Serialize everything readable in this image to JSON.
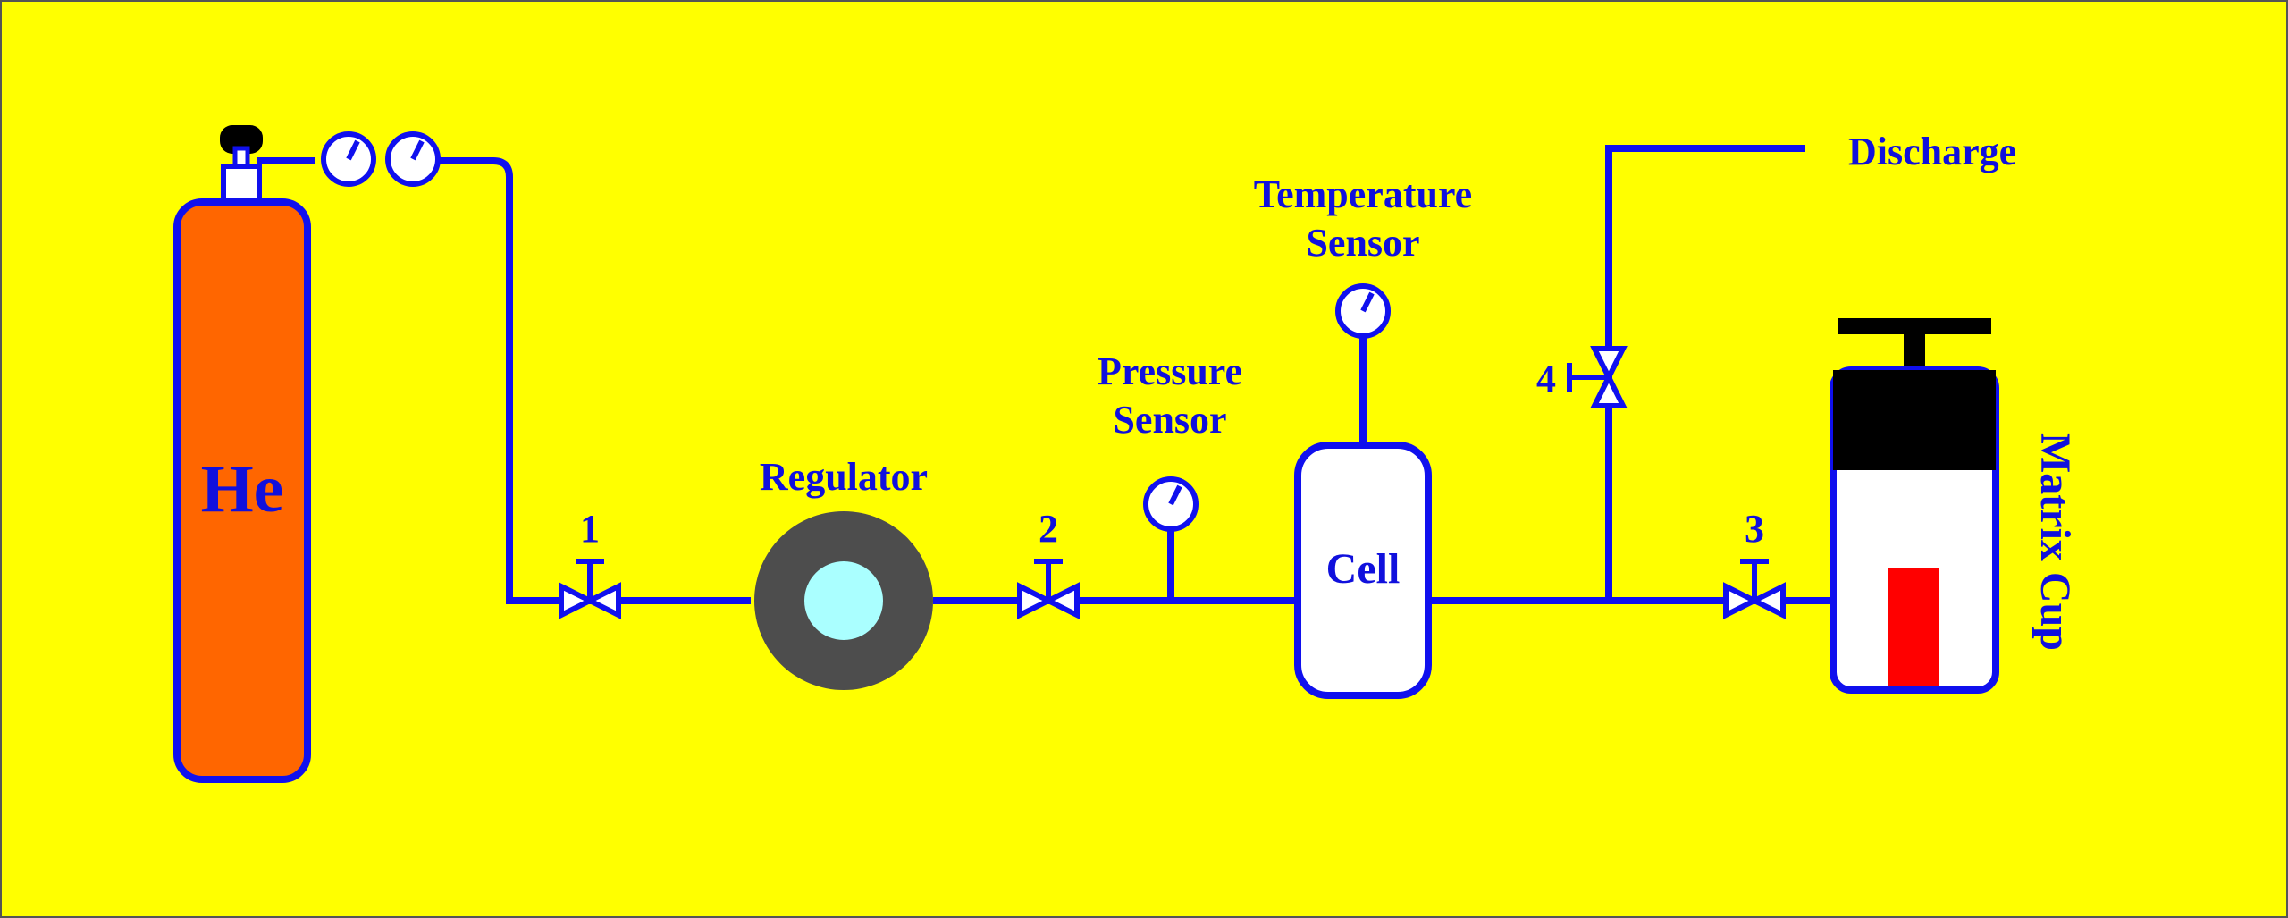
{
  "labels": {
    "cylinder": "He",
    "regulator": "Regulator",
    "pressure_sensor_line1": "Pressure",
    "pressure_sensor_line2": "Sensor",
    "temperature_sensor_line1": "Temperature",
    "temperature_sensor_line2": "Sensor",
    "cell": "Cell",
    "discharge": "Discharge",
    "matrix_cup": "Matrix Cup"
  },
  "valves": [
    "1",
    "2",
    "3",
    "4"
  ],
  "colors": {
    "background": "#ffff00",
    "pipe": "#1010ee",
    "text": "#1010dd",
    "cylinder_body": "#ff6600",
    "regulator_body": "#4d4d4d",
    "regulator_window": "#aaffff",
    "cup_cap": "#000000",
    "sample": "#ff0000"
  }
}
